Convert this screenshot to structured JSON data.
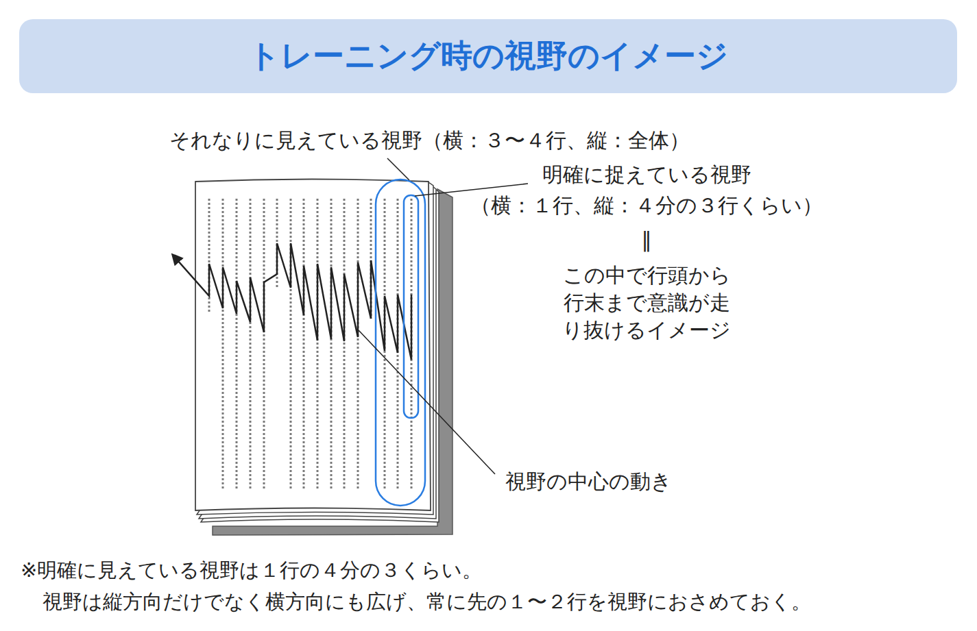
{
  "diagram": {
    "title": "トレーニング時の視野のイメージ",
    "labels": [
      "それなりに見えている視野（横：３〜４行、縦：全体）",
      "明確に捉えている視野",
      "（横：１行、縦：４分の３行くらい）",
      "‖",
      "この中で行頭から 行末まで意識が走 り抜けるイメージ",
      "視野の中心の動き",
      "※明確に見えている視野は１行の４分の３くらい。",
      "視野は縦方向だけでなく横方向にも広げ、常に先の１〜２行を視野におさめておく。"
    ]
  }
}
